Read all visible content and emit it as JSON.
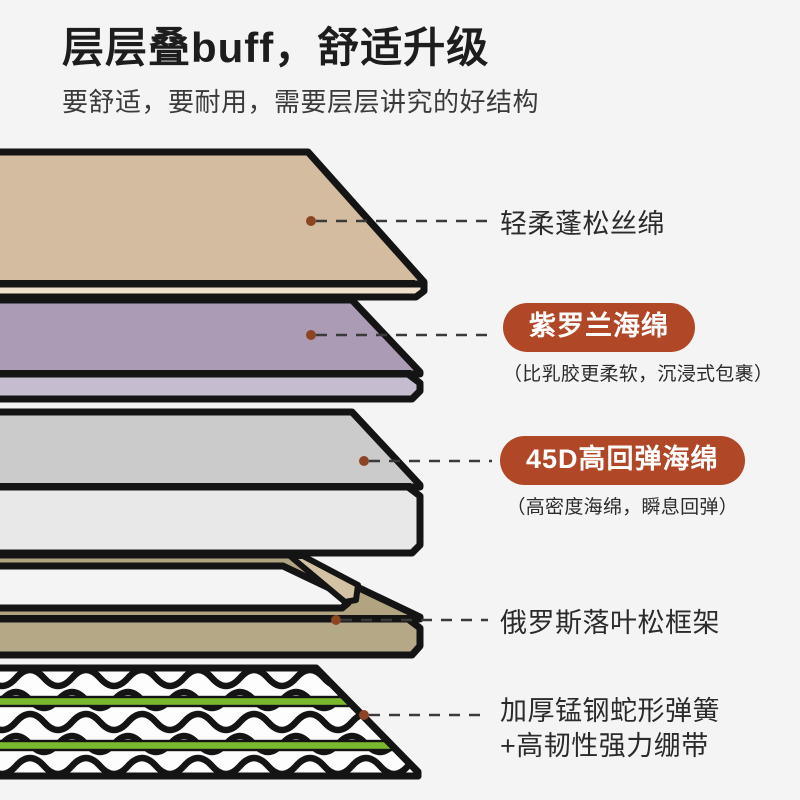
{
  "header": {
    "title": "层层叠buff，舒适升级",
    "subtitle": "要舒适，要耐用，需要层层讲究的好结构"
  },
  "colors": {
    "background": "#f4f4f4",
    "outline": "#141414",
    "badge": "#b04828",
    "badge_text": "#ffffff",
    "silk_top": "#d4bca0",
    "silk_side": "#f0e0cc",
    "violet_top": "#ac9bb5",
    "violet_side": "#c5bccf",
    "foam_top": "#cbcbcb",
    "foam_side": "#e8e8e8",
    "wood_top": "#b2a480",
    "wood_inner": "#d3c3a4",
    "wood_side": "#b5a887",
    "spring_wire": "#141414",
    "webbing": "#7ab82e",
    "dot": "#8c4423",
    "leader_line": "#3a3a3a"
  },
  "layers": [
    {
      "id": "silk",
      "name": "轻柔蓬松丝绵",
      "label_type": "plain",
      "sub": "",
      "order": 1
    },
    {
      "id": "violet",
      "name": "紫罗兰海绵",
      "label_type": "badge",
      "sub": "（比乳胶更柔软，沉浸式包裹）",
      "order": 2
    },
    {
      "id": "foam45d",
      "name": "45D高回弹海绵",
      "label_type": "badge",
      "sub": "（高密度海绵，瞬息回弹）",
      "order": 3
    },
    {
      "id": "frame",
      "name": "俄罗斯落叶松框架",
      "label_type": "plain",
      "sub": "",
      "order": 4
    },
    {
      "id": "spring",
      "name": "加厚锰钢蛇形弹簧",
      "name_line2": "+高韧性强力绷带",
      "label_type": "plain",
      "sub": "",
      "order": 5
    }
  ],
  "callouts": {
    "silk_label": "轻柔蓬松丝绵",
    "violet_label": "紫罗兰海绵",
    "violet_sub": "（比乳胶更柔软，沉浸式包裹）",
    "foam45d_label": "45D高回弹海绵",
    "foam45d_sub": "（高密度海绵，瞬息回弹）",
    "frame_label": "俄罗斯落叶松框架",
    "spring_label_line1": "加厚锰钢蛇形弹簧",
    "spring_label_line2": "+高韧性强力绷带"
  }
}
